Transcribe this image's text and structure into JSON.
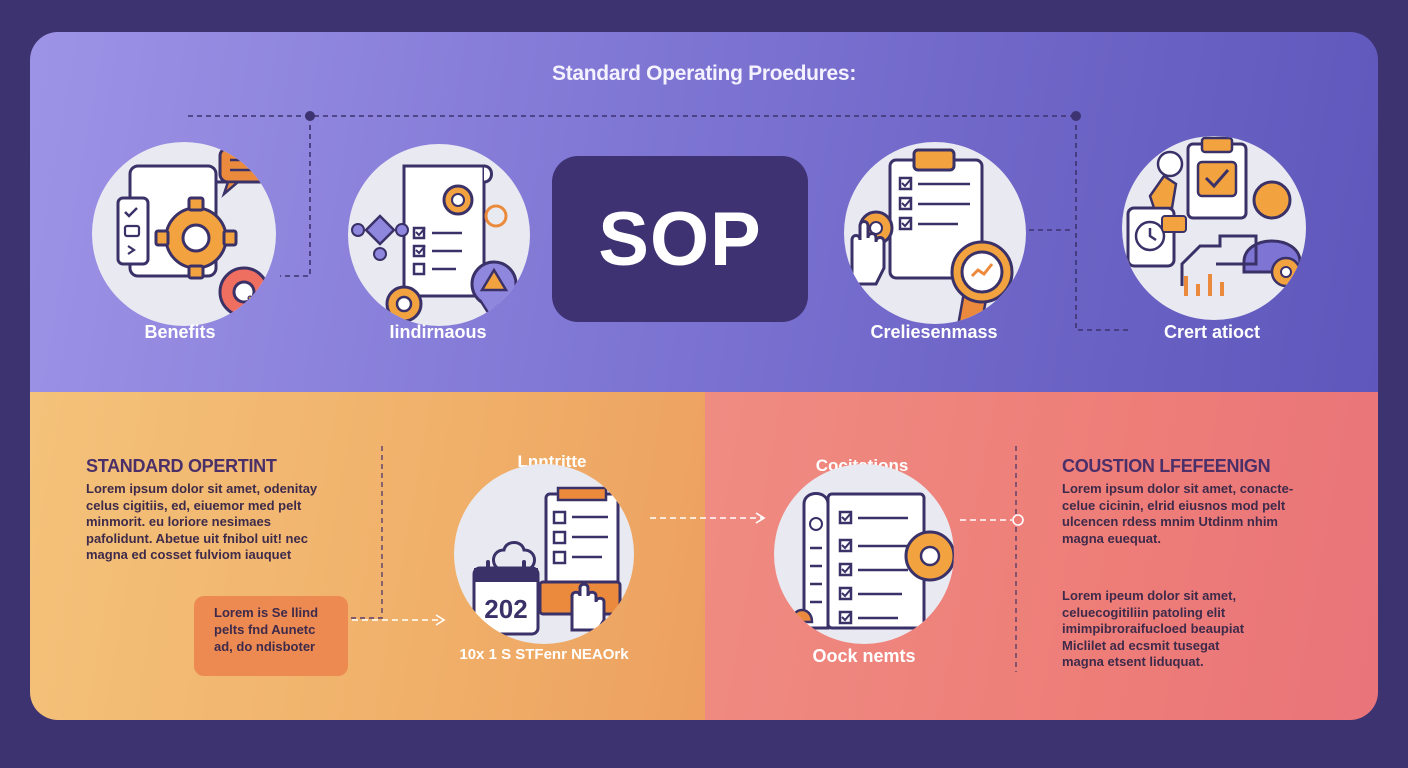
{
  "title": "Standard Operating Proedures:",
  "sop_label": "SOP",
  "top_labels": [
    "Benefits",
    "Iindirnaous",
    "Crelіesenmass",
    "Crert atioct"
  ],
  "left_section": {
    "heading": "STANDARD OPERTINT",
    "paragraph": [
      "Lorem ipsum dolor sit amet, odenitay",
      "celus cigitiis, ed, eiuemor med pelt",
      "minmorit. eu loriore nesimaes",
      "pafolidunt.  Abetue uit fnibol uit! nec",
      "magna ed cosset fulviom iauquet"
    ],
    "note": [
      "Lorem is Se llind",
      "pelts fnd Aunetc",
      "ad,  do ndisboter"
    ]
  },
  "middle_left": {
    "top_label": "Lnntritte",
    "bottom_label": "10x 1 S STFenr NEAOrk",
    "calendar_text": "202"
  },
  "middle_right": {
    "top_label": "Cocitations",
    "bottom_label": "Oock nemts"
  },
  "right_section": {
    "heading": "COUSTION LFEFEENIGN",
    "paragraph1": [
      "Lorem ipsum dolor sit amet, conacte-",
      "celue cicinin,  elrid eiusnos mod pelt",
      "ulcencen rdess  mnim   Utdinm nhim",
      "magna euequat."
    ],
    "paragraph2": [
      "Lorem ipeum dolor sit amet,",
      "celuecogitiliin  patoling elit",
      "imimpibroraifucloed beaupiat",
      "Miclilet ad ecsmit tusegat",
      "magna etsent liduquat."
    ]
  },
  "colors": {
    "background": "#3d3370",
    "top_panel": "#7c73d2",
    "sop_box": "#3e3272",
    "orange_panel": "#f0b06a",
    "coral_panel": "#ee7d78",
    "heading_dark": "#4a2f68",
    "icon_orange": "#eb8a3c",
    "icon_navy": "#3a3168"
  },
  "icons": [
    "document-gear-icon",
    "flowchart-checklist-icon",
    "clipboard-award-icon",
    "person-monitor-icon",
    "calendar-checklist-icon",
    "document-checklist-gear-icon"
  ]
}
